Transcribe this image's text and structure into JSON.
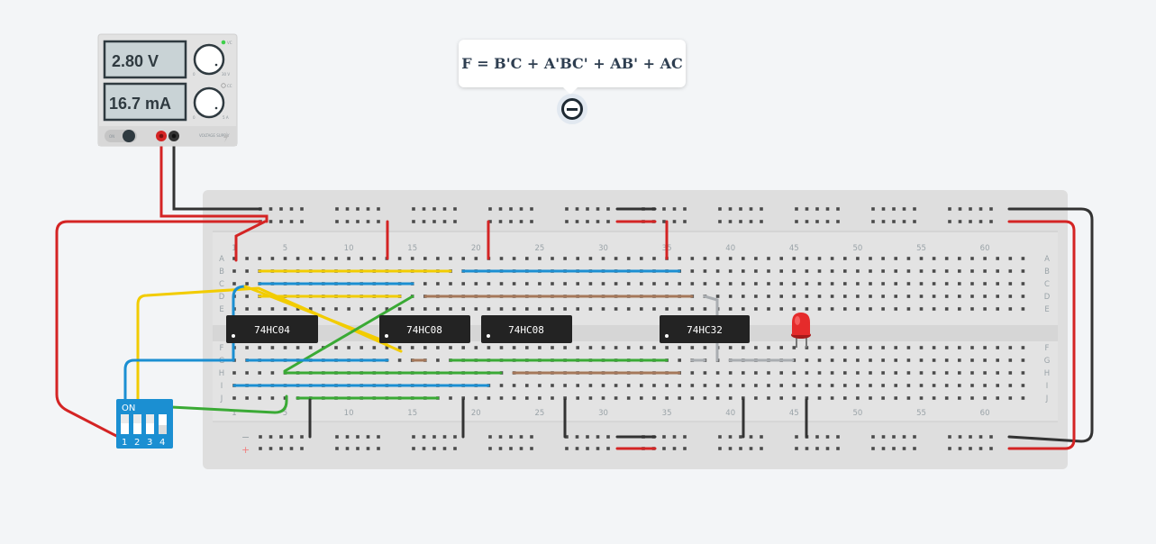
{
  "power_supply": {
    "voltage_display": "2.80 V",
    "current_display": "16.7 mA",
    "on_label": "ON",
    "voltage_mode_label": "VC",
    "current_mode_label": "CC",
    "voltage_range_max": "30 V",
    "current_range_max": "5 A",
    "knob_min_label": "0",
    "brand_label": "VOLTAGE SUPPLY",
    "colors": {
      "indicator": "#3ecf4a",
      "positive_terminal": "#d42424",
      "negative_terminal": "#333333"
    }
  },
  "annotation": {
    "formula": "F = B'C + A'BC' + AB' + AC",
    "collapse_icon": "minus-circle-icon"
  },
  "breadboard": {
    "column_labels": [
      "1",
      "5",
      "10",
      "15",
      "20",
      "25",
      "30",
      "35",
      "40",
      "45",
      "50",
      "55",
      "60"
    ],
    "row_labels_top": [
      "A",
      "B",
      "C",
      "D",
      "E"
    ],
    "row_labels_bottom": [
      "F",
      "G",
      "H",
      "I",
      "J"
    ],
    "rail_minus": "−",
    "rail_plus": "+"
  },
  "chips": [
    {
      "name": "74HC04"
    },
    {
      "name": "74HC08"
    },
    {
      "name": "74HC08"
    },
    {
      "name": "74HC32"
    }
  ],
  "dip_switch": {
    "on_label": "ON",
    "switch_labels": [
      "1",
      "2",
      "3",
      "4"
    ]
  },
  "led": {
    "color": "#e52b2b"
  },
  "wire_colors": {
    "red": "#d42424",
    "black": "#333333",
    "yellow": "#f2cc00",
    "blue": "#1b8fd2",
    "green": "#3aaa35",
    "brown": "#a5785a",
    "gray": "#a9adb1"
  }
}
